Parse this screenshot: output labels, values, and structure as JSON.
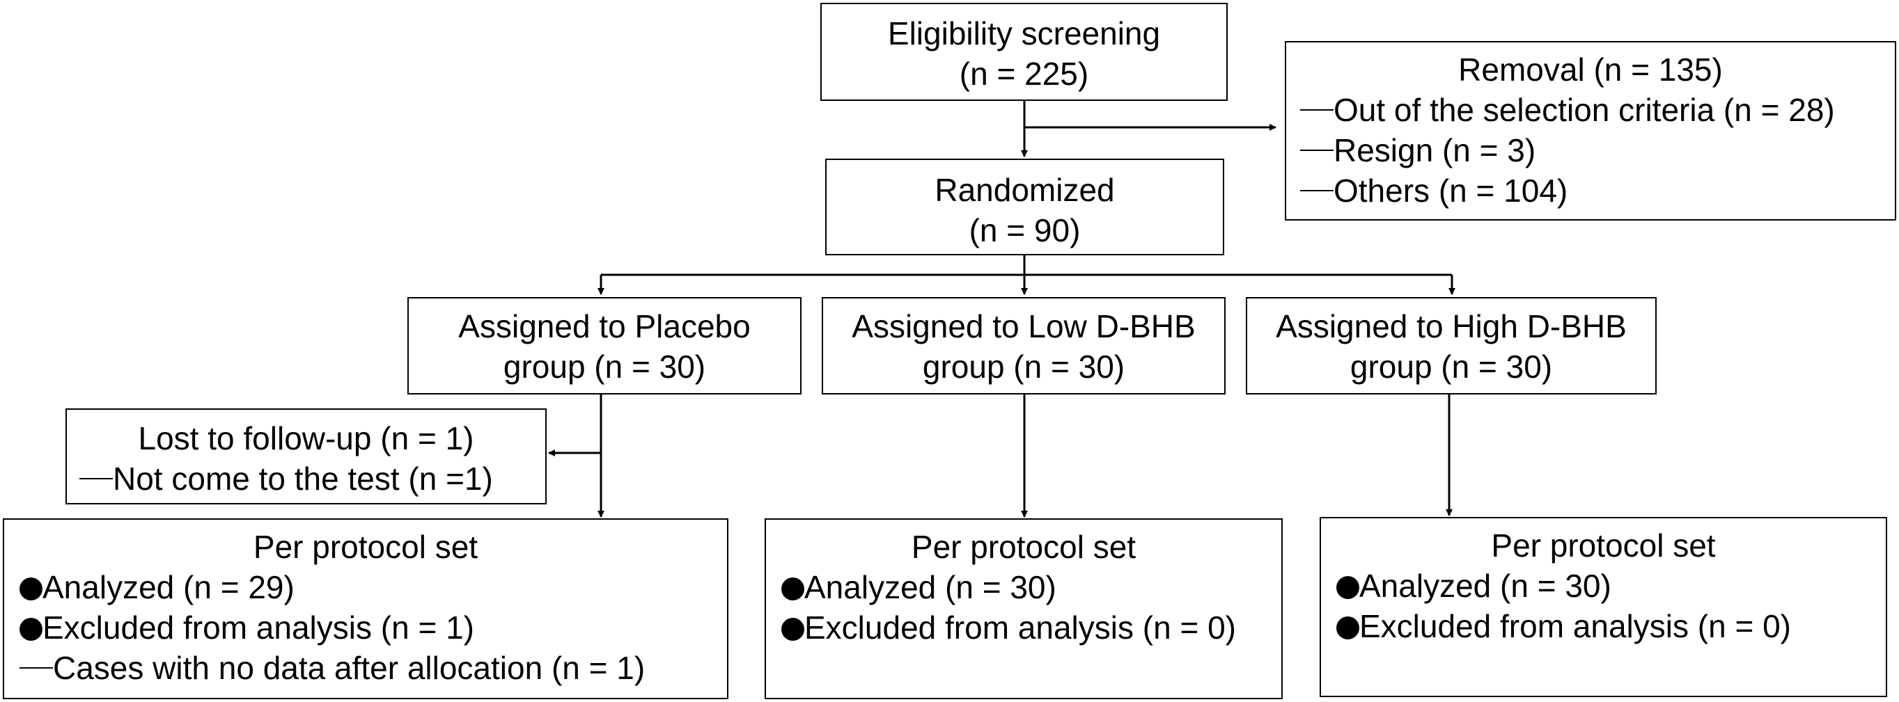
{
  "screening": {
    "title": "Eligibility screening",
    "count": "(n = 225)"
  },
  "removal": {
    "title": "Removal (n = 135)",
    "reasons": [
      "Out of the selection criteria (n = 28)",
      "Resign (n = 3)",
      "Others (n = 104)"
    ]
  },
  "randomized": {
    "title": "Randomized",
    "count": "(n = 90)"
  },
  "groups": [
    {
      "line1": "Assigned to Placebo",
      "line2": "group (n = 30)"
    },
    {
      "line1": "Assigned to Low D-BHB",
      "line2": "group (n = 30)"
    },
    {
      "line1": "Assigned to High D-BHB",
      "line2": "group (n = 30)"
    }
  ],
  "lost": {
    "title": "Lost to follow-up (n = 1)",
    "reason": "Not come to the test (n =1)"
  },
  "outcomes": [
    {
      "title": "Per protocol set",
      "analyzed": "Analyzed (n = 29)",
      "excluded": "Excluded from analysis (n = 1)",
      "note": "Cases with no data after allocation (n = 1)"
    },
    {
      "title": "Per protocol set",
      "analyzed": "Analyzed (n = 30)",
      "excluded": "Excluded from analysis (n = 0)"
    },
    {
      "title": "Per protocol set",
      "analyzed": "Analyzed (n = 30)",
      "excluded": "Excluded from analysis (n = 0)"
    }
  ],
  "colors": {
    "stroke": "#000000",
    "background": "#ffffff"
  }
}
